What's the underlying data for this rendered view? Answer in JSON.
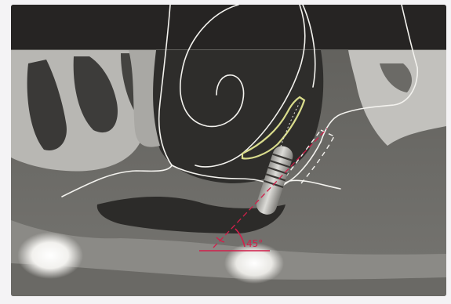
{
  "figure": {
    "angle_label": "45°",
    "colors": {
      "paper": "#f4f3f5",
      "top_band": "#262423",
      "bone_light": "#bdbcb8",
      "soft_tissue": "#6c6b67",
      "dark_cavity": "#2f2e2c",
      "outline": "#f3f2ee",
      "implant": "#c9c8c4",
      "implant_thread": "#3a3835",
      "angle_lines": "#d21f4b",
      "graft_outline": "#d9dc8c"
    },
    "icons": [
      "ct-scan-image",
      "dental-implant-graphic",
      "angle-marker"
    ]
  }
}
